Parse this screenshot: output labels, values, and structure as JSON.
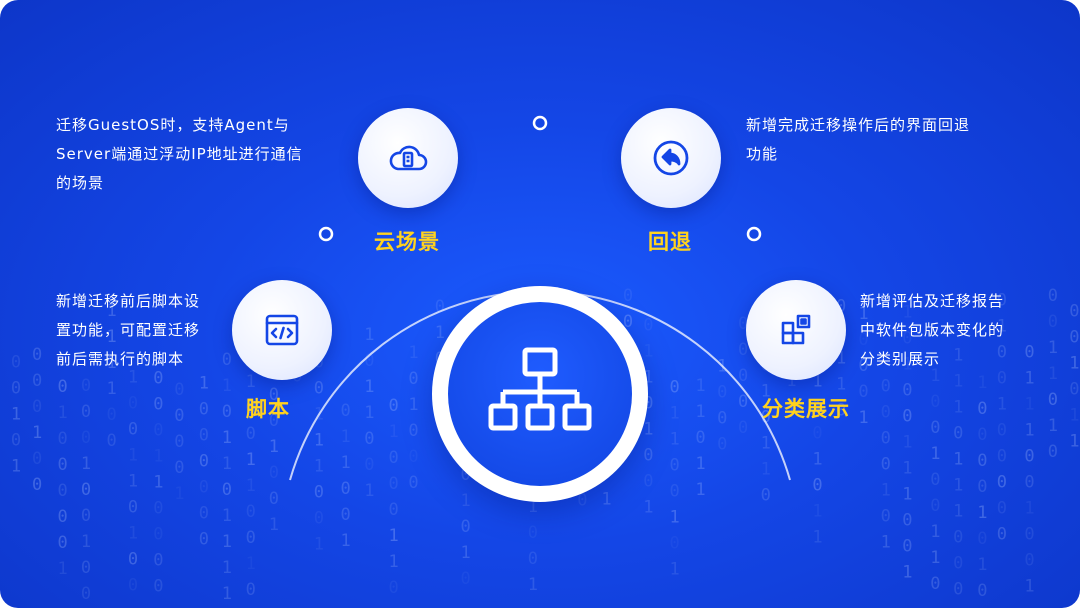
{
  "center": {
    "icon": "hierarchy-network-icon"
  },
  "nodes": [
    {
      "id": "cloud",
      "label": "云场景",
      "icon": "cloud-server-icon",
      "desc_lines": [
        "迁移GuestOS时，支持Agent与",
        "Server端通过浮动IP地址进行通信",
        "的场景"
      ]
    },
    {
      "id": "rollback",
      "label": "回退",
      "icon": "undo-arrow-icon",
      "desc_lines": [
        "新增完成迁移操作后的界面回退",
        "功能"
      ]
    },
    {
      "id": "script",
      "label": "脚本",
      "icon": "code-window-icon",
      "desc_lines": [
        "新增迁移前后脚本设",
        "置功能，可配置迁移",
        "前后需执行的脚本"
      ]
    },
    {
      "id": "category",
      "label": "分类展示",
      "icon": "grid-squares-icon",
      "desc_lines": [
        "新增评估及迁移报告",
        "中软件包版本变化的",
        "分类别展示"
      ]
    }
  ],
  "colors": {
    "background": "#1446e6",
    "label": "#ffd21f",
    "text": "#ffffff",
    "icon": "#1446e6"
  }
}
